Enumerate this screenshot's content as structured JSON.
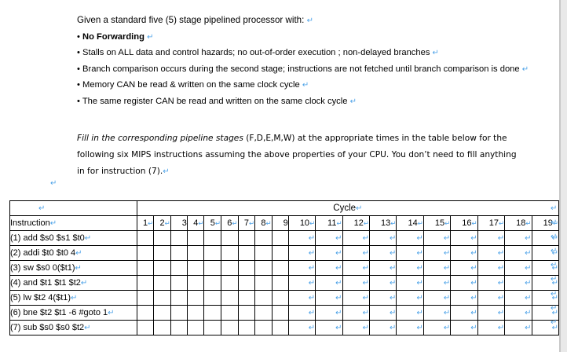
{
  "document": {
    "paragraphs": [
      {
        "id": "intro",
        "text": "Given a standard five (5) stage pipelined processor with:",
        "bold": false,
        "mark": "↵"
      },
      {
        "id": "b1-bullet",
        "bullet": "•",
        "text": "No Forwarding",
        "bold": true,
        "mark": "↵"
      },
      {
        "id": "b2-bullet",
        "bullet": "•",
        "text": "Stalls on ALL data and control hazards; no out-of-order execution ; non-delayed branches",
        "bold": false,
        "mark": "↵"
      },
      {
        "id": "b3-bullet",
        "bullet": "•",
        "text": "Branch comparison occurs during the second stage; instructions are not fetched until branch comparison is done",
        "bold": false,
        "mark": "↵"
      },
      {
        "id": "b4-bullet",
        "bullet": "•",
        "text": "Memory CAN be read & written on the same clock cycle",
        "bold": false,
        "mark": "↵"
      },
      {
        "id": "b5-bullet",
        "bullet": "•",
        "text": "The same register CAN be read and written on the same clock cycle",
        "bold": false,
        "mark": "↵"
      }
    ],
    "instruction_block": {
      "italic_lead": "Fill in the corresponding pipeline stages",
      "rest": " (F,D,E,M,W) at the appropriate times in the table below for the following six MIPS instructions assuming the above properties of your CPU. You don’t need to fill anything in for instruction (7).",
      "mark": "↵"
    },
    "loose_paragraph_mark": "↵"
  },
  "table": {
    "corner_label": "",
    "corner_mark": "↵",
    "cycle_group_header": "Cycle",
    "cycle_group_header_mark": "↵",
    "instruction_header": "Instruction",
    "instruction_header_mark": "↵",
    "cycle_numbers": [
      "1",
      "2",
      "3",
      "4",
      "5",
      "6",
      "7",
      "8",
      "9",
      "10",
      "11",
      "12",
      "13",
      "14",
      "15",
      "16",
      "17",
      "18",
      "19"
    ],
    "cycle_number_marks": [
      "↵",
      "↵",
      "",
      "↵",
      "↵",
      "↵",
      "↵",
      "↵",
      "",
      "↵",
      "↵",
      "↵",
      "↵",
      "↵",
      "↵",
      "↵",
      "↵",
      "↵",
      "↵"
    ],
    "narrow_columns": 9,
    "wide_columns": 10,
    "rows": [
      {
        "instruction": "(1) add $s0 $s1 $t0",
        "mark": "↵",
        "cells": [
          "",
          "",
          "",
          "",
          "",
          "",
          "",
          "",
          "",
          "↵",
          "↵",
          "↵",
          "↵",
          "↵",
          "↵",
          "↵",
          "↵",
          "↵",
          "↵"
        ]
      },
      {
        "instruction": "(2) addi $t0 $t0 4",
        "mark": "↵",
        "cells": [
          "",
          "",
          "",
          "",
          "",
          "",
          "",
          "",
          "",
          "↵",
          "↵",
          "↵",
          "↵",
          "↵",
          "↵",
          "↵",
          "↵",
          "↵",
          "↵"
        ]
      },
      {
        "instruction": "(3) sw $s0 0($t1)",
        "mark": "↵",
        "cells": [
          "",
          "",
          "",
          "",
          "",
          "",
          "",
          "",
          "",
          "↵",
          "↵",
          "↵",
          "↵",
          "↵",
          "↵",
          "↵",
          "↵",
          "↵",
          "↵"
        ]
      },
      {
        "instruction": "(4) and $t1 $t1 $t2",
        "mark": "↵",
        "cells": [
          "",
          "",
          "",
          "",
          "",
          "",
          "",
          "",
          "",
          "↵",
          "↵",
          "↵",
          "↵",
          "↵",
          "↵",
          "↵",
          "↵",
          "↵",
          "↵"
        ]
      },
      {
        "instruction": "(5) lw $t2 4($t1)",
        "mark": "↵",
        "cells": [
          "",
          "",
          "",
          "",
          "",
          "",
          "",
          "",
          "",
          "↵",
          "↵",
          "↵",
          "↵",
          "↵",
          "↵",
          "↵",
          "↵",
          "↵",
          "↵"
        ]
      },
      {
        "instruction": "(6) bne $t2 $t1 -6 #goto 1",
        "mark": "↵",
        "cells": [
          "",
          "",
          "",
          "",
          "",
          "",
          "",
          "",
          "",
          "↵",
          "↵",
          "↵",
          "↵",
          "↵",
          "↵",
          "↵",
          "↵",
          "↵",
          "↵"
        ]
      },
      {
        "instruction": "(7) sub $s0 $s0 $t2",
        "mark": "↵",
        "cells": [
          "",
          "",
          "",
          "",
          "",
          "",
          "",
          "",
          "",
          "↵",
          "↵",
          "↵",
          "↵",
          "↵",
          "↵",
          "↵",
          "↵",
          "↵",
          "↵"
        ]
      }
    ],
    "row_end_marks": [
      "↵",
      "↵",
      "↵",
      "↵",
      "↵",
      "↵",
      "↵",
      "↵",
      "↵"
    ]
  },
  "colors": {
    "paragraph_mark": "#4ea3e8",
    "text": "#000000",
    "border": "#000000",
    "page_background": "#ffffff",
    "gutter": "#e9e9e9"
  }
}
